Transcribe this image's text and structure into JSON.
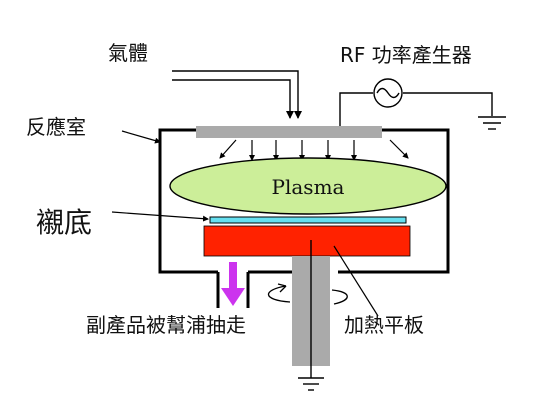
{
  "labels": {
    "gas": "氣體",
    "rf_generator": "RF 功率產生器",
    "chamber": "反應室",
    "plasma": "Plasma",
    "substrate": "襯底",
    "heater_plate": "加熱平板",
    "byproduct_exhaust": "副產品被幫浦抽走"
  },
  "colors": {
    "plasma_fill": "#ccee99",
    "gas_distributor": "#aaaaaa",
    "substrate_fill": "#66e0f0",
    "heater_fill": "#ff2200",
    "exhaust_arrow": "#cc33ee",
    "shaft": "#aaaaaa",
    "line": "#000000"
  },
  "icons": {
    "rf_source": "ac-source-icon",
    "ground": "ground-icon",
    "rotation": "rotation-arrow-icon"
  }
}
